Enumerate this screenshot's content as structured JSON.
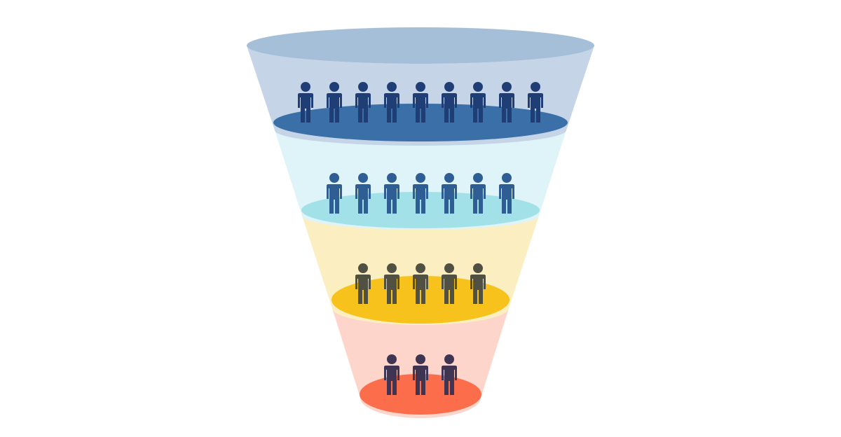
{
  "diagram": {
    "type": "sales-funnel",
    "person_icon": "person-icon",
    "top_rim_color": "#a6bfd8",
    "stages": [
      {
        "people": 9,
        "band_color": "#c5d5e7",
        "disc_color": "#3a6fa8",
        "person_color": "#1f3e75"
      },
      {
        "people": 7,
        "band_color": "#def4f8",
        "disc_color": "#a3e1e9",
        "person_color": "#2f5e95"
      },
      {
        "people": 5,
        "band_color": "#fbeec0",
        "disc_color": "#f6c21b",
        "person_color": "#505043"
      },
      {
        "people": 3,
        "band_color": "#fdd5ca",
        "disc_color": "#fb6d4b",
        "person_color": "#3f3552"
      }
    ]
  }
}
